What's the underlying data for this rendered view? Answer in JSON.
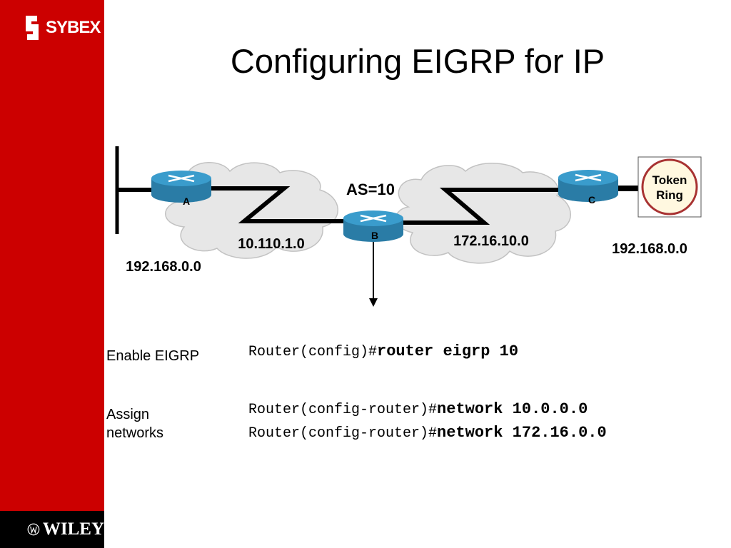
{
  "logos": {
    "top": "SYBEX",
    "bottom": "WILEY"
  },
  "title": "Configuring EIGRP for IP",
  "diagram": {
    "as_label": "AS=10",
    "routers": [
      {
        "label": "A"
      },
      {
        "label": "B"
      },
      {
        "label": "C"
      }
    ],
    "token_ring": [
      "Token",
      "Ring"
    ],
    "networks": {
      "left_lan": "192.168.0.0",
      "left_cloud": "10.110.1.0",
      "right_cloud": "172.16.10.0",
      "right_lan": "192.168.0.0"
    }
  },
  "config": {
    "enable_label": "Enable EIGRP",
    "assign_label": [
      "Assign",
      "networks"
    ],
    "commands": [
      {
        "prompt": "Router(config)#",
        "command": "router eigrp 10"
      },
      {
        "prompt": "Router(config-router)#",
        "command": "network 10.0.0.0"
      },
      {
        "prompt": "Router(config-router)#",
        "command": "network 172.16.0.0"
      }
    ]
  },
  "colors": {
    "sidebar": "#cc0000",
    "router": "#2e8bb5",
    "cloud": "#e7e7e7",
    "token_ring_border": "#a83232",
    "token_ring_fill": "#fff8e0"
  }
}
